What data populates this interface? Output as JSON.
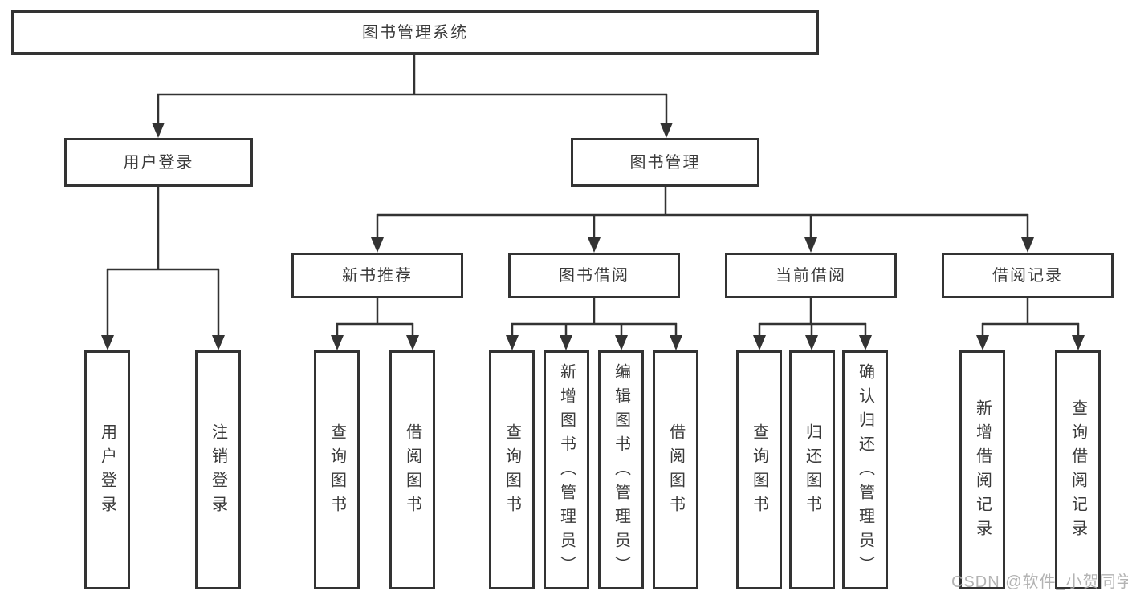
{
  "diagram": {
    "root": "图书管理系统",
    "user_login": {
      "label": "用户登录",
      "children": [
        "用户登录",
        "注销登录"
      ]
    },
    "book_management": {
      "label": "图书管理",
      "sections": [
        {
          "label": "新书推荐",
          "children": [
            "查询图书",
            "借阅图书"
          ]
        },
        {
          "label": "图书借阅",
          "children": [
            "查询图书",
            "新增图书（管理员）",
            "编辑图书（管理员）",
            "借阅图书"
          ]
        },
        {
          "label": "当前借阅",
          "children": [
            "查询图书",
            "归还图书",
            "确认归还（管理员）"
          ]
        },
        {
          "label": "借阅记录",
          "children": [
            "新增借阅记录",
            "查询借阅记录"
          ]
        }
      ]
    }
  },
  "watermark": "CSDN @软件_小贺同学",
  "colors": {
    "line": "#333333",
    "text": "#3a3a3a",
    "background": "#ffffff",
    "watermark": "#ababab"
  }
}
